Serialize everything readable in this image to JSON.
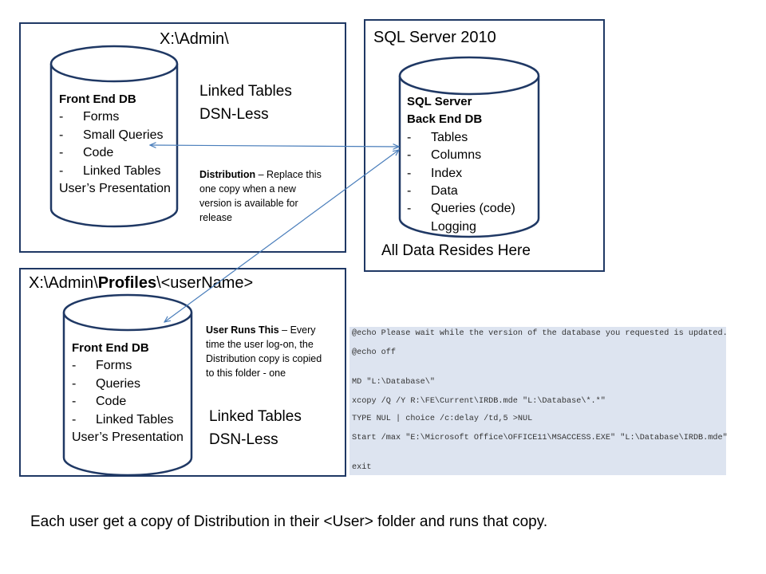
{
  "top_left": {
    "path": "X:\\Admin\\",
    "db": {
      "title": "Front End DB",
      "items": [
        "Forms",
        "Small Queries",
        "Code",
        "Linked Tables"
      ],
      "footer": "User’s Presentation"
    },
    "linked": [
      "Linked Tables",
      "DSN-Less"
    ],
    "note": {
      "bold": "Distribution",
      "text": " – Replace this one copy when a new version is available for release"
    }
  },
  "top_right": {
    "title": "SQL Server 2010",
    "db": {
      "title_lines": [
        "SQL Server",
        "Back End DB"
      ],
      "items": [
        "Tables",
        "Columns",
        "Index",
        "Data",
        "Queries (code)",
        "Logging"
      ]
    },
    "caption": "All Data Resides Here"
  },
  "bottom_left": {
    "path_prefix": "X:\\Admin\\",
    "path_bold": "Profiles",
    "path_suffix": "\\<userName>",
    "db": {
      "title": "Front End DB",
      "items": [
        "Forms",
        "Queries",
        "Code",
        "Linked Tables"
      ],
      "footer": "User’s Presentation"
    },
    "note": {
      "bold": "User Runs This",
      "text": " – Every time the user log-on, the Distribution copy is copied to this folder - one"
    },
    "linked": [
      "Linked Tables",
      "DSN-Less"
    ]
  },
  "code_lines": [
    "@echo Please wait while the version of the database you requested is updated.",
    "@echo off",
    "MD \"L:\\Database\\\"",
    "xcopy /Q /Y R:\\FE\\Current\\IRDB.mde \"L:\\Database\\*.*\"",
    "TYPE NUL | choice /c:delay /td,5 >NUL",
    "Start /max \"E:\\Microsoft Office\\OFFICE11\\MSACCESS.EXE\" \"L:\\Database\\IRDB.mde\"",
    "exit"
  ],
  "footer": "Each user get a copy of Distribution  in their <User> folder and runs that copy.",
  "colors": {
    "box_border": "#1f3864",
    "connector": "#4a7ebb",
    "code_bg": "#dde4f0"
  }
}
